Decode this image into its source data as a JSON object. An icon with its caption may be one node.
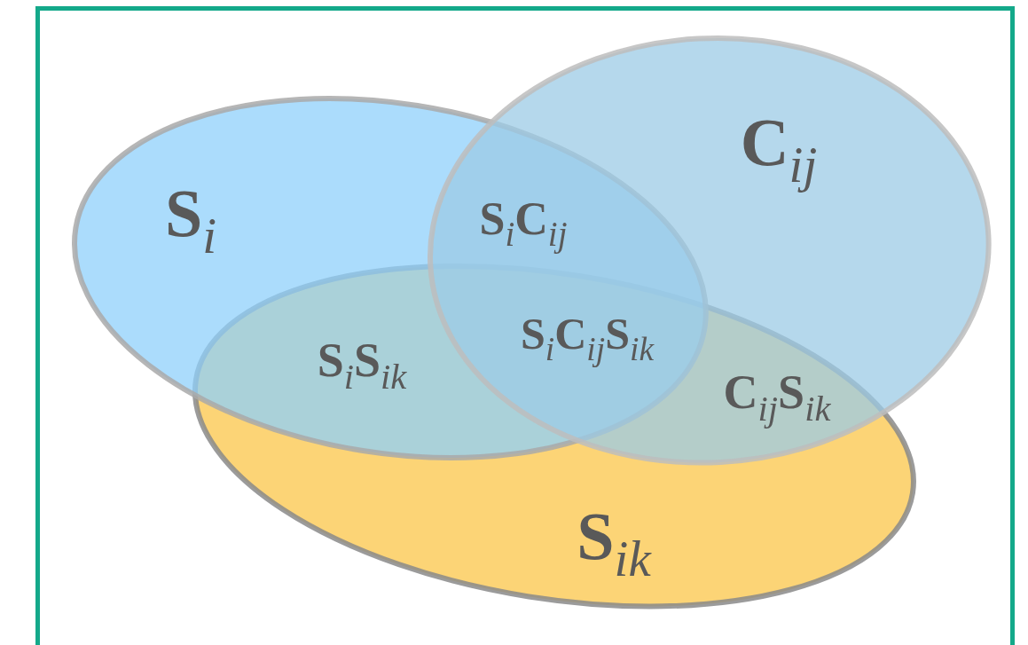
{
  "diagram": {
    "nodes": [
      {
        "text": [
          "**S**$_{i}$"
        ]
      },
      {
        "text": [
          "**C**$_{ij}$"
        ]
      },
      {
        "text": [
          "**S**$_{ik}$"
        ]
      }
    ],
    "labels": [
      "**S**$_{i}$**C**$_{ij}$",
      "**S**$_{i}$**C**$_{ij}$**S**$_{ik}$",
      "**S**$_{i}$**S**$_{ik}$",
      "**C**$_{ij}$**S**$_{ik}$"
    ]
  }
}
